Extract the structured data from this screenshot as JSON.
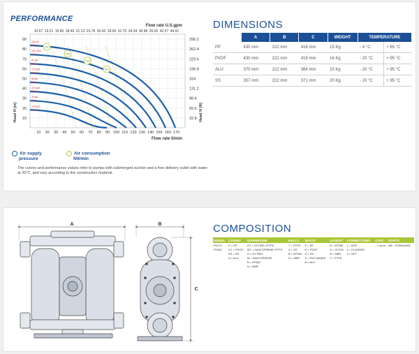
{
  "performance": {
    "title": "PERFORMANCE",
    "flow_usgpm_label": "Flow rate U.S.gpm",
    "flow_usgpm_ticks": [
      "10.57",
      "13.21",
      "15.85",
      "18.49",
      "21.13",
      "23.78",
      "26.42",
      "29.06",
      "31.70",
      "34.34",
      "36.98",
      "26.02",
      "42.27",
      "44.91"
    ],
    "flow_label": "Flow rate  lt/min",
    "flow_ticks": [
      "10",
      "20",
      "30",
      "40",
      "50",
      "60",
      "70",
      "80",
      "90",
      "100",
      "110",
      "120",
      "130",
      "140",
      "150",
      "160",
      "170"
    ],
    "head_m_ticks": [
      "10",
      "20",
      "30",
      "40",
      "50",
      "60",
      "70",
      "80",
      "90"
    ],
    "head_m_label": "Head H (m)",
    "head_ft_ticks": [
      "32.8",
      "65.6",
      "98.4",
      "131.2",
      "164",
      "196.8",
      "229.6",
      "262.4",
      "295.2"
    ],
    "head_ft_label": "Head H (ft)",
    "pressure_labels": [
      "116 psi",
      "8 bar",
      "101.5 psi",
      "7 bar",
      "87 psi",
      "6 bar",
      "72.5 psi",
      "5 bar",
      "58 psi",
      "4 bar",
      "43.5 psi",
      "3 bar",
      "29 psi",
      "2 bar",
      "14.5 psi",
      "1 bar"
    ],
    "consumption_labels": [
      "200",
      "400",
      "700",
      "800"
    ],
    "legend_air_supply": [
      "Air supply",
      "pressure"
    ],
    "legend_air_consumption": [
      "Air consumption",
      "Nlt/min"
    ],
    "note": "The curves and performance values refer to pumps with submerged suction and a free delivery outlet with water at 20°C, and vary according to the construction material.",
    "colors": {
      "curve": "#1b5fa8",
      "consumption": "#b3c93e",
      "pressure_text": "#d62020"
    }
  },
  "dimensions": {
    "title": "DIMENSIONS",
    "headers": [
      "",
      "A",
      "B",
      "C",
      "WEIGHT",
      "TEMPERATURE"
    ],
    "rows": [
      [
        "PP",
        "430 mm",
        "222 mm",
        "416 mm",
        "15 Kg",
        "- 4 °C",
        "+ 65 °C"
      ],
      [
        "PVDF",
        "430 mm",
        "222 mm",
        "416 mm",
        "16 Kg",
        "- 20 °C",
        "+ 95 °C"
      ],
      [
        "ALU",
        "370 mm",
        "222 mm",
        "364 mm",
        "15 Kg",
        "- 20 °C",
        "+ 95 °C"
      ],
      [
        "SS",
        "357 mm",
        "222 mm",
        "371 mm",
        "20 Kg",
        "- 20 °C",
        "+ 95 °C"
      ]
    ]
  },
  "drawing": {
    "dim_a": "A",
    "dim_b": "B",
    "dim_c": "C"
  },
  "composition": {
    "title": "COMPOSITION",
    "headers": [
      "MODEL",
      "CASING",
      "DIAPHRAGM",
      "BALLS",
      "SEATS",
      "GASKET",
      "CONNECTIONS",
      "ATEX",
      "PORTS"
    ],
    "model": [
      "P0170",
      "P0160"
    ],
    "casing": [
      "P = PP",
      "KC = PP/CF",
      "SS = SS",
      "A = ALU"
    ],
    "diaphragm": [
      "HT = HYTREL+PTFE",
      "MT = SANTOPRENE+PTFE",
      "H = HYTREL",
      "M = SANTOPRENE",
      "B = EPDM",
      "N = NBR"
    ],
    "balls": [
      "T = PTFE",
      "S = SS",
      "B = EPDM",
      "N = NBR"
    ],
    "seats": [
      "P = PP",
      "K = PVDF",
      "S = SS",
      "Z = POLYAMIDE",
      "A = ALU"
    ],
    "gasket": [
      "B = EPDM",
      "V = VITON",
      "N = NBR",
      "T = PTFE"
    ],
    "connections": [
      "1 = BSP",
      "2 = FLANGED",
      "3 = NPT"
    ],
    "atex": [
      "- = none"
    ],
    "ports": [
      "AB = STANDARD"
    ]
  }
}
